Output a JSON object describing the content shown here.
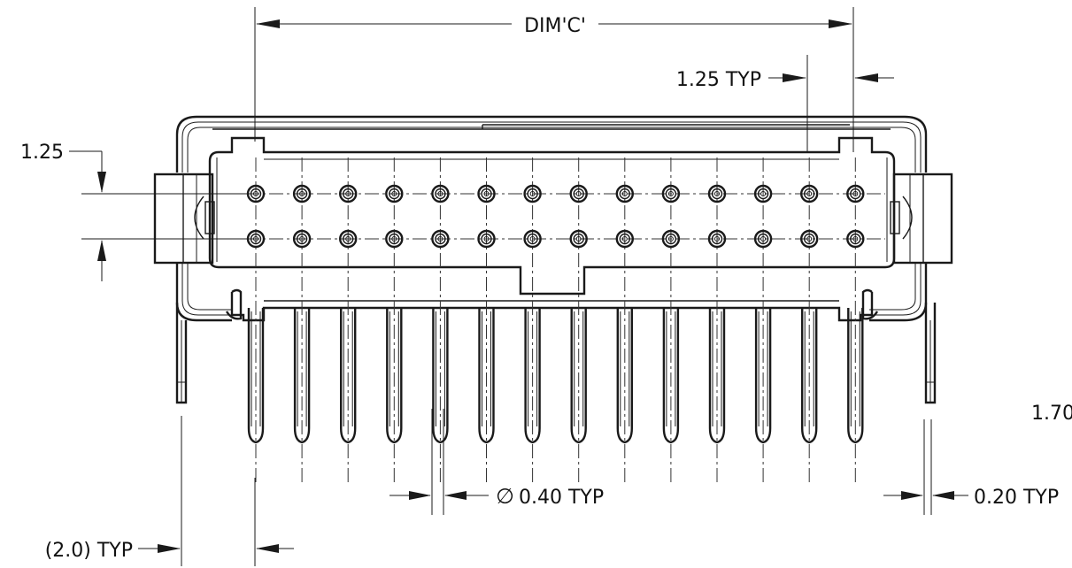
{
  "labels": {
    "dim_c": "DIM'C'",
    "pitch_h": "1.25 TYP",
    "pitch_v": "1.25",
    "pin_dia": "0.40 TYP",
    "pin_dia_symbol": "∅",
    "tab_thk": "0.20 TYP",
    "offset": "(2.0) TYP",
    "partial": "1.70"
  },
  "connector": {
    "pins_per_row": 14,
    "rows": 2
  },
  "colors": {
    "line": "#1a1a1a",
    "background": "#ffffff"
  }
}
